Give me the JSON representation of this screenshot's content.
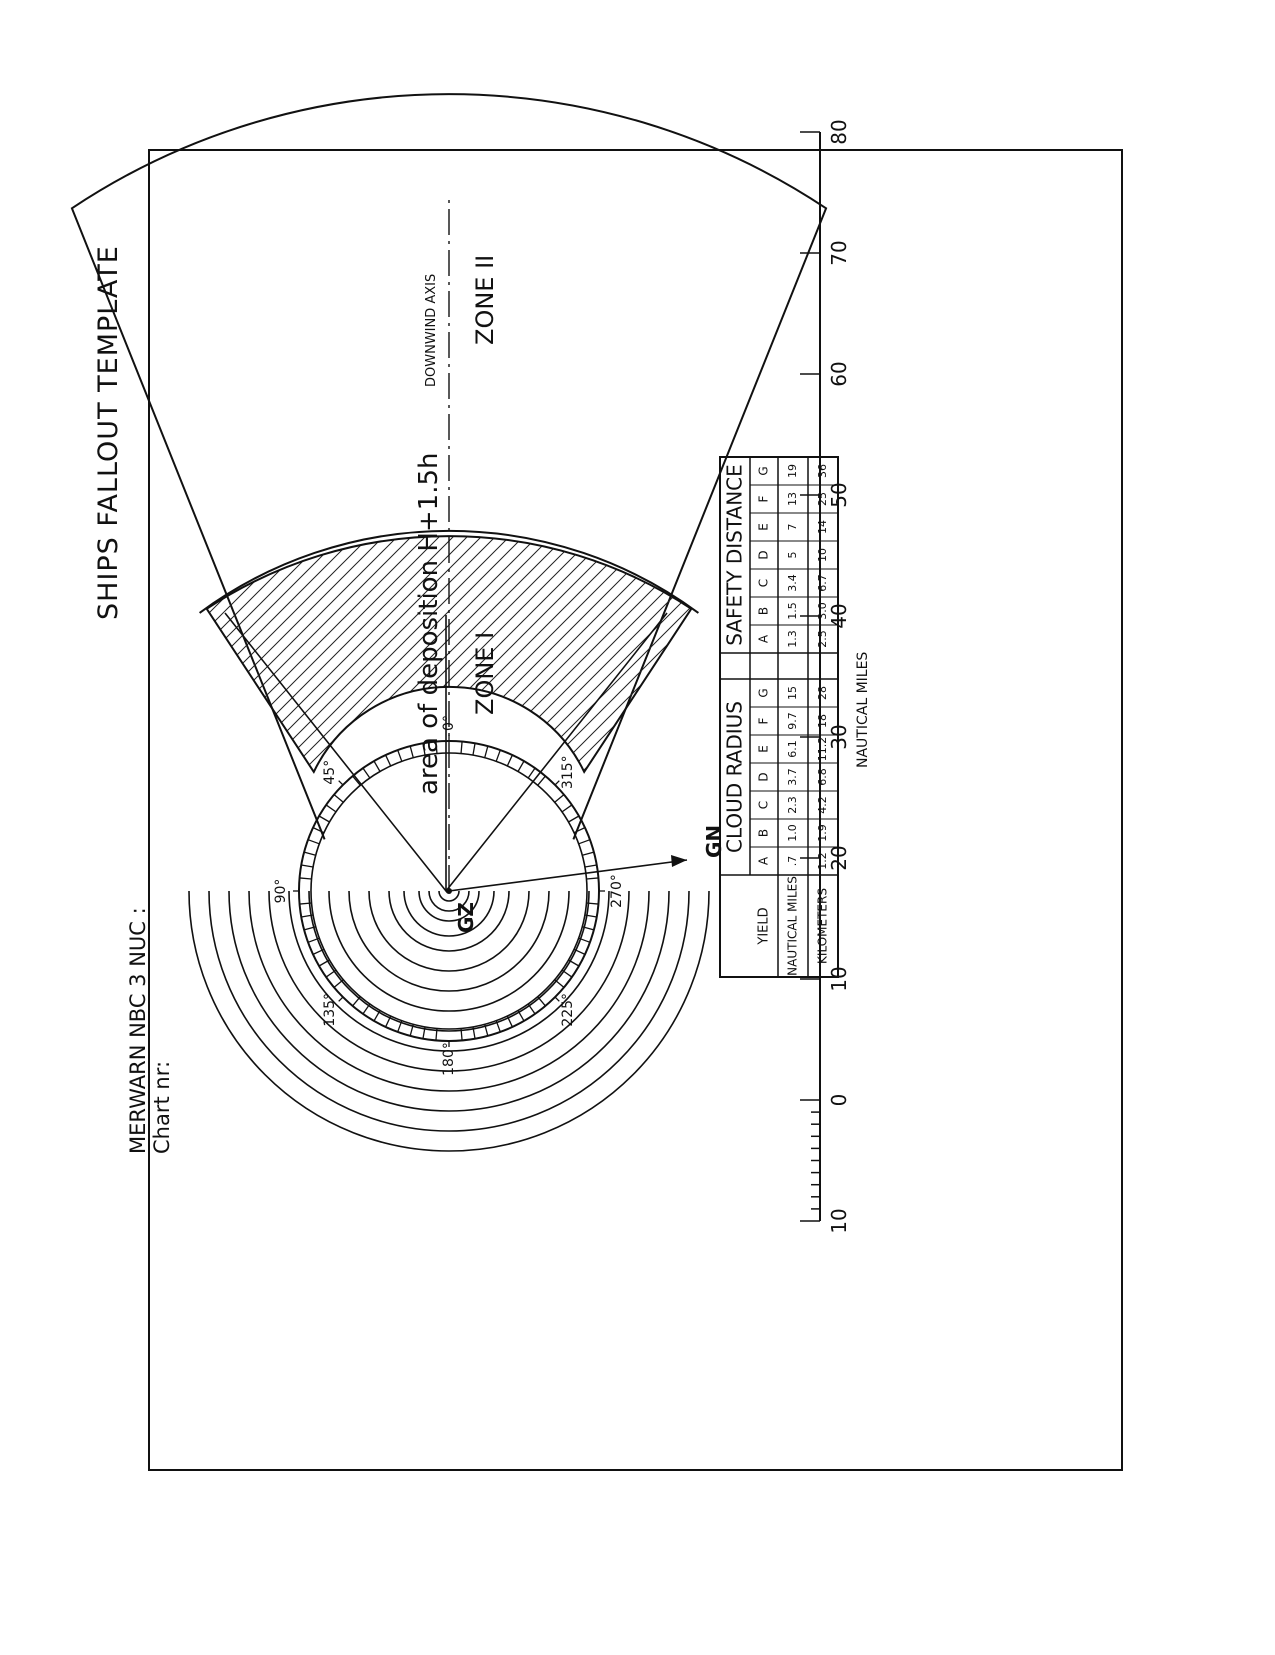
{
  "title": "SHIPS FALLOUT TEMPLATE",
  "header": {
    "line1": "MERWARN NBC 3 NUC :",
    "line2": "Chart nr:"
  },
  "labels": {
    "downwind_axis": "DOWNWIND AXIS",
    "zone1": "ZONE I",
    "zone2": "ZONE II",
    "deposition": "area of deposition H+1.5h",
    "gz": "GZ",
    "gn": "GN"
  },
  "bearings": [
    "0°",
    "45°",
    "90°",
    "135°",
    "180°",
    "225°",
    "270°",
    "315°"
  ],
  "scale": {
    "label": "NAUTICAL MILES",
    "ticks": [
      "10",
      "0",
      "10",
      "20",
      "30",
      "40",
      "50",
      "60",
      "70",
      "80"
    ]
  },
  "table": {
    "yield_label": "YIELD",
    "cloud_radius_title": "CLOUD RADIUS",
    "safety_distance_title": "SAFETY DISTANCE",
    "columns": [
      "A",
      "B",
      "C",
      "D",
      "E",
      "F",
      "G"
    ],
    "rows": [
      {
        "label": "NAUTICAL MILES",
        "cloud": [
          ".7",
          "1.0",
          "2.3",
          "3.7",
          "6.1",
          "9.7",
          "15"
        ],
        "safety": [
          "1.3",
          "1.5",
          "3.4",
          "5",
          "7",
          "13",
          "19"
        ]
      },
      {
        "label": "KILOMETERS",
        "cloud": [
          "1.2",
          "1.9",
          "4.2",
          "6.8",
          "11.2",
          "18",
          "28"
        ],
        "safety": [
          "2.5",
          "3.0",
          "6.7",
          "10",
          "14",
          "25",
          "36"
        ]
      }
    ]
  }
}
